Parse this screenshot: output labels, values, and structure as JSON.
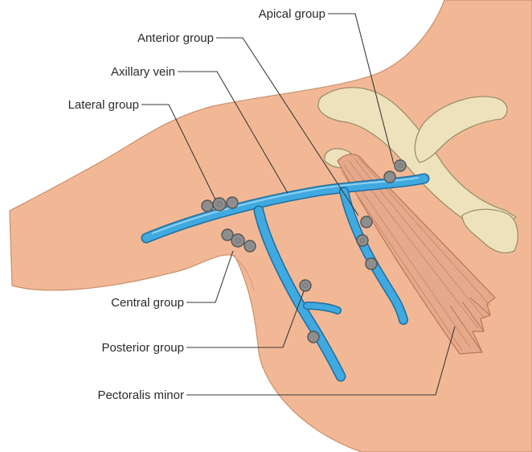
{
  "figure": {
    "labels": {
      "apical": "Apical group",
      "anterior": "Anterior group",
      "vein": "Axillary vein",
      "lateral": "Lateral group",
      "central": "Central group",
      "posterior": "Posterior group",
      "pectoralis": "Pectoralis minor"
    },
    "colors": {
      "skin": "#f2b895",
      "skin_edge": "#c98f6c",
      "bone": "#eee2bd",
      "bone_edge": "#9c8f6a",
      "vein": "#3fa9e0",
      "vein_edge": "#1f6e9e",
      "muscle": "#e5a98b",
      "muscle_line": "#b9765a",
      "node": "#8e8e8e"
    }
  }
}
